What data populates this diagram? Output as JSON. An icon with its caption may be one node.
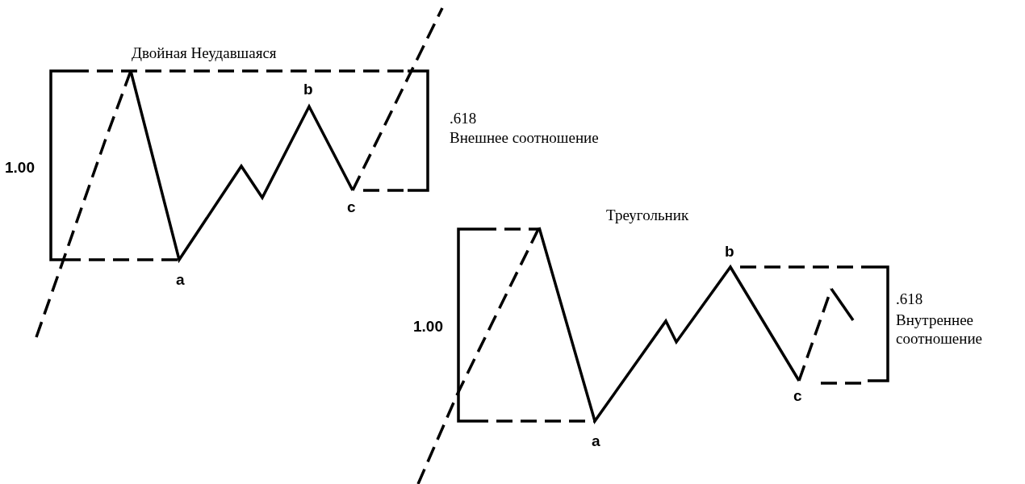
{
  "diagram": {
    "labels": [
      "Двойная Неудавшаяся",
      "b",
      ".618",
      "Внешнее соотношение",
      "1.00",
      "c",
      "a",
      "Треугольник",
      "b",
      ".618",
      "Внутреннее соотношение",
      "1.00",
      "c",
      "a"
    ]
  }
}
